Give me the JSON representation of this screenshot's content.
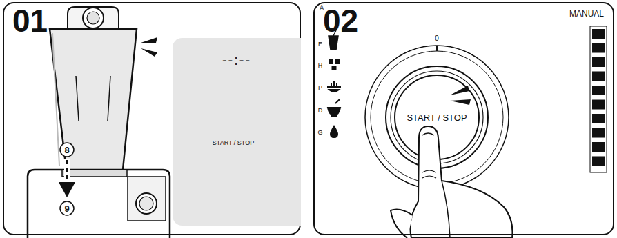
{
  "diagram": {
    "nodes": [
      {
        "text": [
          "01"
        ]
      },
      {
        "text": [
          "--:--"
        ],
        "in": 0
      },
      {
        "text": [
          "START / STOP"
        ],
        "in": 1
      },
      {
        "text": [
          "02"
        ]
      },
      {
        "text": [
          "START / STOP"
        ],
        "in": 3
      }
    ],
    "labels": [
      "8",
      "9",
      "A",
      "E",
      "H",
      "P",
      "D",
      "G",
      "0",
      "MANUAL"
    ]
  }
}
